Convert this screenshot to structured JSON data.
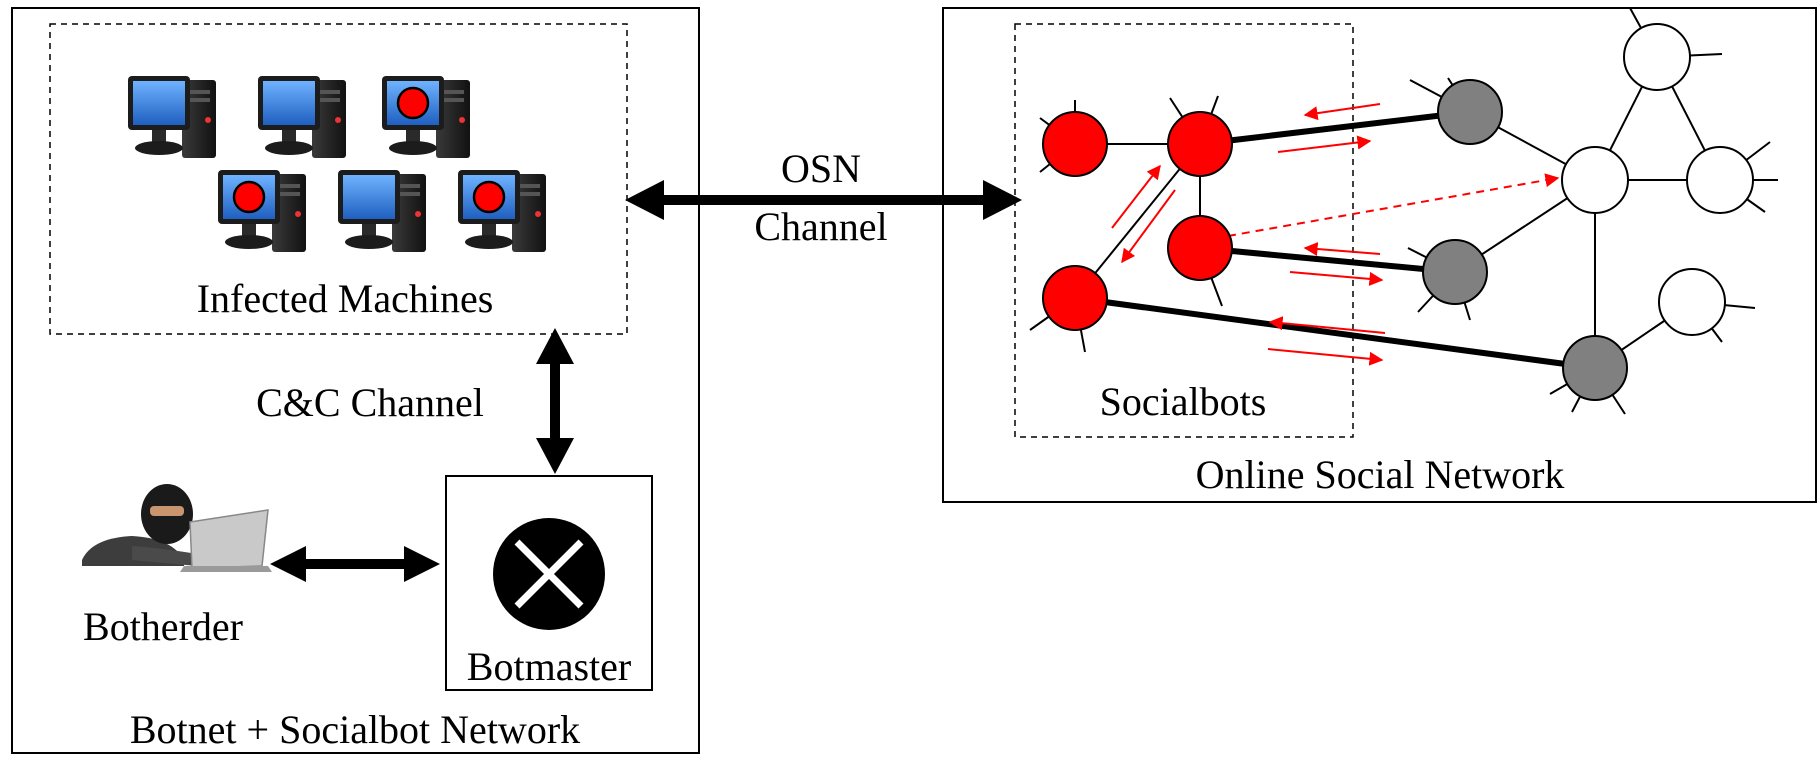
{
  "diagram": {
    "labels": {
      "osn_channel_line1": "OSN",
      "osn_channel_line2": "Channel",
      "infected_machines": "Infected Machines",
      "cc_channel": "C&C Channel",
      "botherder": "Botherder",
      "botmaster": "Botmaster",
      "botnet_network": "Botnet + Socialbot Network",
      "socialbots": "Socialbots",
      "online_social_network": "Online Social Network"
    },
    "colors": {
      "socialbot_node": "#ff0000",
      "compromised_node": "#808080",
      "benign_node": "#ffffff",
      "request_arrow": "#ff0000",
      "screen_blue": "#2f78d6",
      "stroke": "#000000"
    },
    "machines": [
      {
        "infected": false
      },
      {
        "infected": false
      },
      {
        "infected": true
      },
      {
        "infected": true
      },
      {
        "infected": false
      },
      {
        "infected": true
      }
    ],
    "nodes": {
      "socialbots": 4,
      "compromised_users": 3,
      "benign_users": 4
    },
    "icons": [
      "computer-icon",
      "botherder-icon",
      "botmaster-icon"
    ]
  }
}
